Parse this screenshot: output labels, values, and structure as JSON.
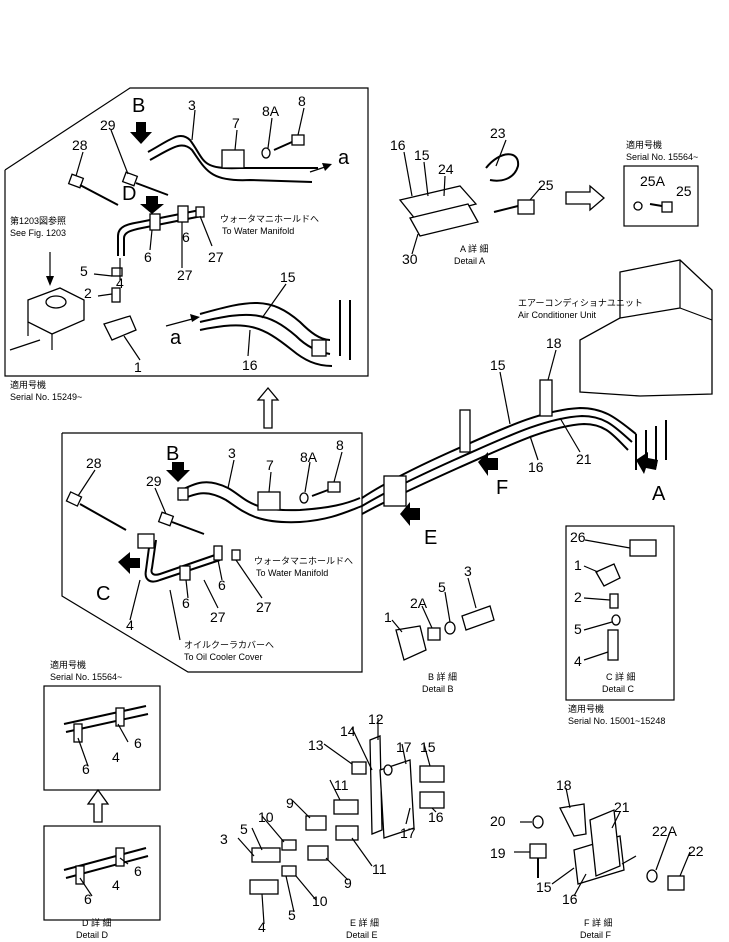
{
  "arrow_letters": {
    "A": "A",
    "B": "B",
    "C": "C",
    "D": "D",
    "E": "E",
    "F": "F"
  },
  "flow_labels": {
    "a": "a"
  },
  "notes": {
    "ref_fig_jp": "第1203図参照",
    "ref_fig_en": "See Fig. 1203",
    "water_manifold_jp": "ウォータマニホールドへ",
    "water_manifold_en": "To Water Manifold",
    "oil_cooler_jp": "オイルクーラカバーへ",
    "oil_cooler_en": "To Oil Cooler Cover",
    "aircon_jp": "エアーコンディショナユニット",
    "aircon_en": "Air Conditioner Unit"
  },
  "serials": {
    "applicable_jp": "適用号機",
    "top_left": "Serial No. 15249~",
    "top_right": "Serial No. 15564~",
    "detail_d_top": "Serial No. 15564~",
    "detail_c_bottom": "Serial No. 15001~15248"
  },
  "detail_titles": {
    "A": {
      "jp": "A 詳 細",
      "en": "Detail A"
    },
    "B": {
      "jp": "B 詳 細",
      "en": "Detail B"
    },
    "C": {
      "jp": "C 詳 細",
      "en": "Detail C"
    },
    "D": {
      "jp": "D 詳 細",
      "en": "Detail D"
    },
    "E": {
      "jp": "E 詳 細",
      "en": "Detail E"
    },
    "F": {
      "jp": "F 詳 細",
      "en": "Detail F"
    }
  },
  "part_numbers": {
    "n1": "1",
    "n2": "2",
    "n2A": "2A",
    "n3": "3",
    "n4": "4",
    "n5": "5",
    "n6": "6",
    "n7": "7",
    "n8": "8",
    "n8A": "8A",
    "n9": "9",
    "n10": "10",
    "n11": "11",
    "n12": "12",
    "n13": "13",
    "n14": "14",
    "n15": "15",
    "n16": "16",
    "n17": "17",
    "n18": "18",
    "n19": "19",
    "n20": "20",
    "n21": "21",
    "n22": "22",
    "n22A": "22A",
    "n23": "23",
    "n24": "24",
    "n25": "25",
    "n25A": "25A",
    "n26": "26",
    "n27": "27",
    "n28": "28",
    "n29": "29",
    "n30": "30"
  }
}
